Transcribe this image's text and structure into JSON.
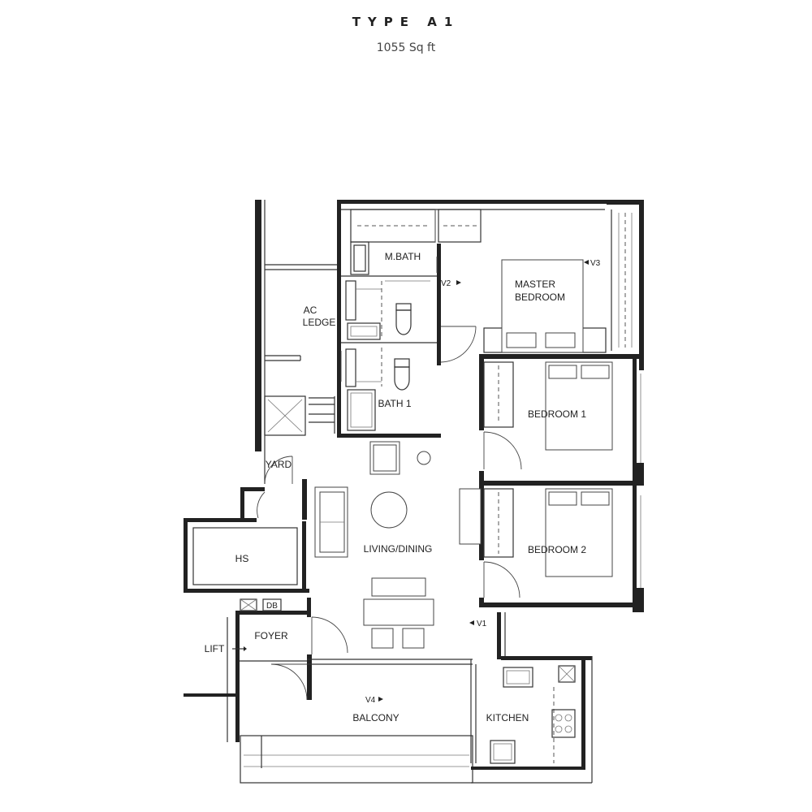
{
  "header": {
    "title": "TYPE A1",
    "area": "1055 Sq ft"
  },
  "rooms": {
    "m_bath": "M.BATH",
    "master_bedroom_line1": "MASTER",
    "master_bedroom_line2": "BEDROOM",
    "ac_ledge_line1": "AC",
    "ac_ledge_line2": "LEDGE",
    "bath_1": "BATH 1",
    "bedroom_1": "BEDROOM 1",
    "yard": "YARD",
    "hs": "HS",
    "living_dining": "LIVING/DINING",
    "bedroom_2": "BEDROOM 2",
    "db": "DB",
    "foyer": "FOYER",
    "lift": "LIFT",
    "balcony": "BALCONY",
    "kitchen": "KITCHEN"
  },
  "views": {
    "v1": "V1",
    "v2": "V2",
    "v3": "V3",
    "v4": "V4"
  },
  "colors": {
    "line": "#222222",
    "background": "#ffffff"
  }
}
